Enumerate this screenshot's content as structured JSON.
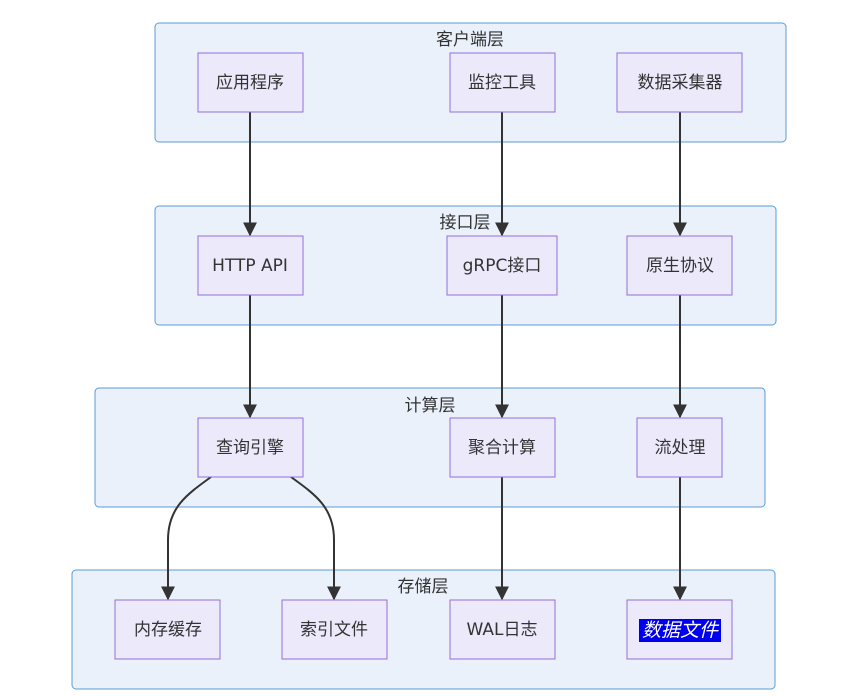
{
  "layers": {
    "client": {
      "label": "客户端层"
    },
    "interface": {
      "label": "接口层"
    },
    "compute": {
      "label": "计算层"
    },
    "storage": {
      "label": "存储层"
    }
  },
  "nodes": {
    "app": "应用程序",
    "monitor": "监控工具",
    "collector": "数据采集器",
    "http_api": "HTTP API",
    "grpc": "gRPC接口",
    "native": "原生协议",
    "query_engine": "查询引擎",
    "aggregate": "聚合计算",
    "stream": "流处理",
    "mem_cache": "内存缓存",
    "index_file": "索引文件",
    "wal_log": "WAL日志",
    "data_file": "数据文件"
  },
  "edges": [
    [
      "app",
      "http_api"
    ],
    [
      "monitor",
      "grpc"
    ],
    [
      "collector",
      "native"
    ],
    [
      "http_api",
      "query_engine"
    ],
    [
      "grpc",
      "aggregate"
    ],
    [
      "native",
      "stream"
    ],
    [
      "query_engine",
      "mem_cache"
    ],
    [
      "query_engine",
      "index_file"
    ],
    [
      "aggregate",
      "wal_log"
    ],
    [
      "stream",
      "data_file"
    ]
  ],
  "colors": {
    "cluster_fill": "#eaf1fb",
    "cluster_stroke": "#5b9bd5",
    "node_fill": "#ece9fb",
    "node_stroke": "#9370db",
    "edge": "#333333",
    "highlight": "#0000ee"
  }
}
